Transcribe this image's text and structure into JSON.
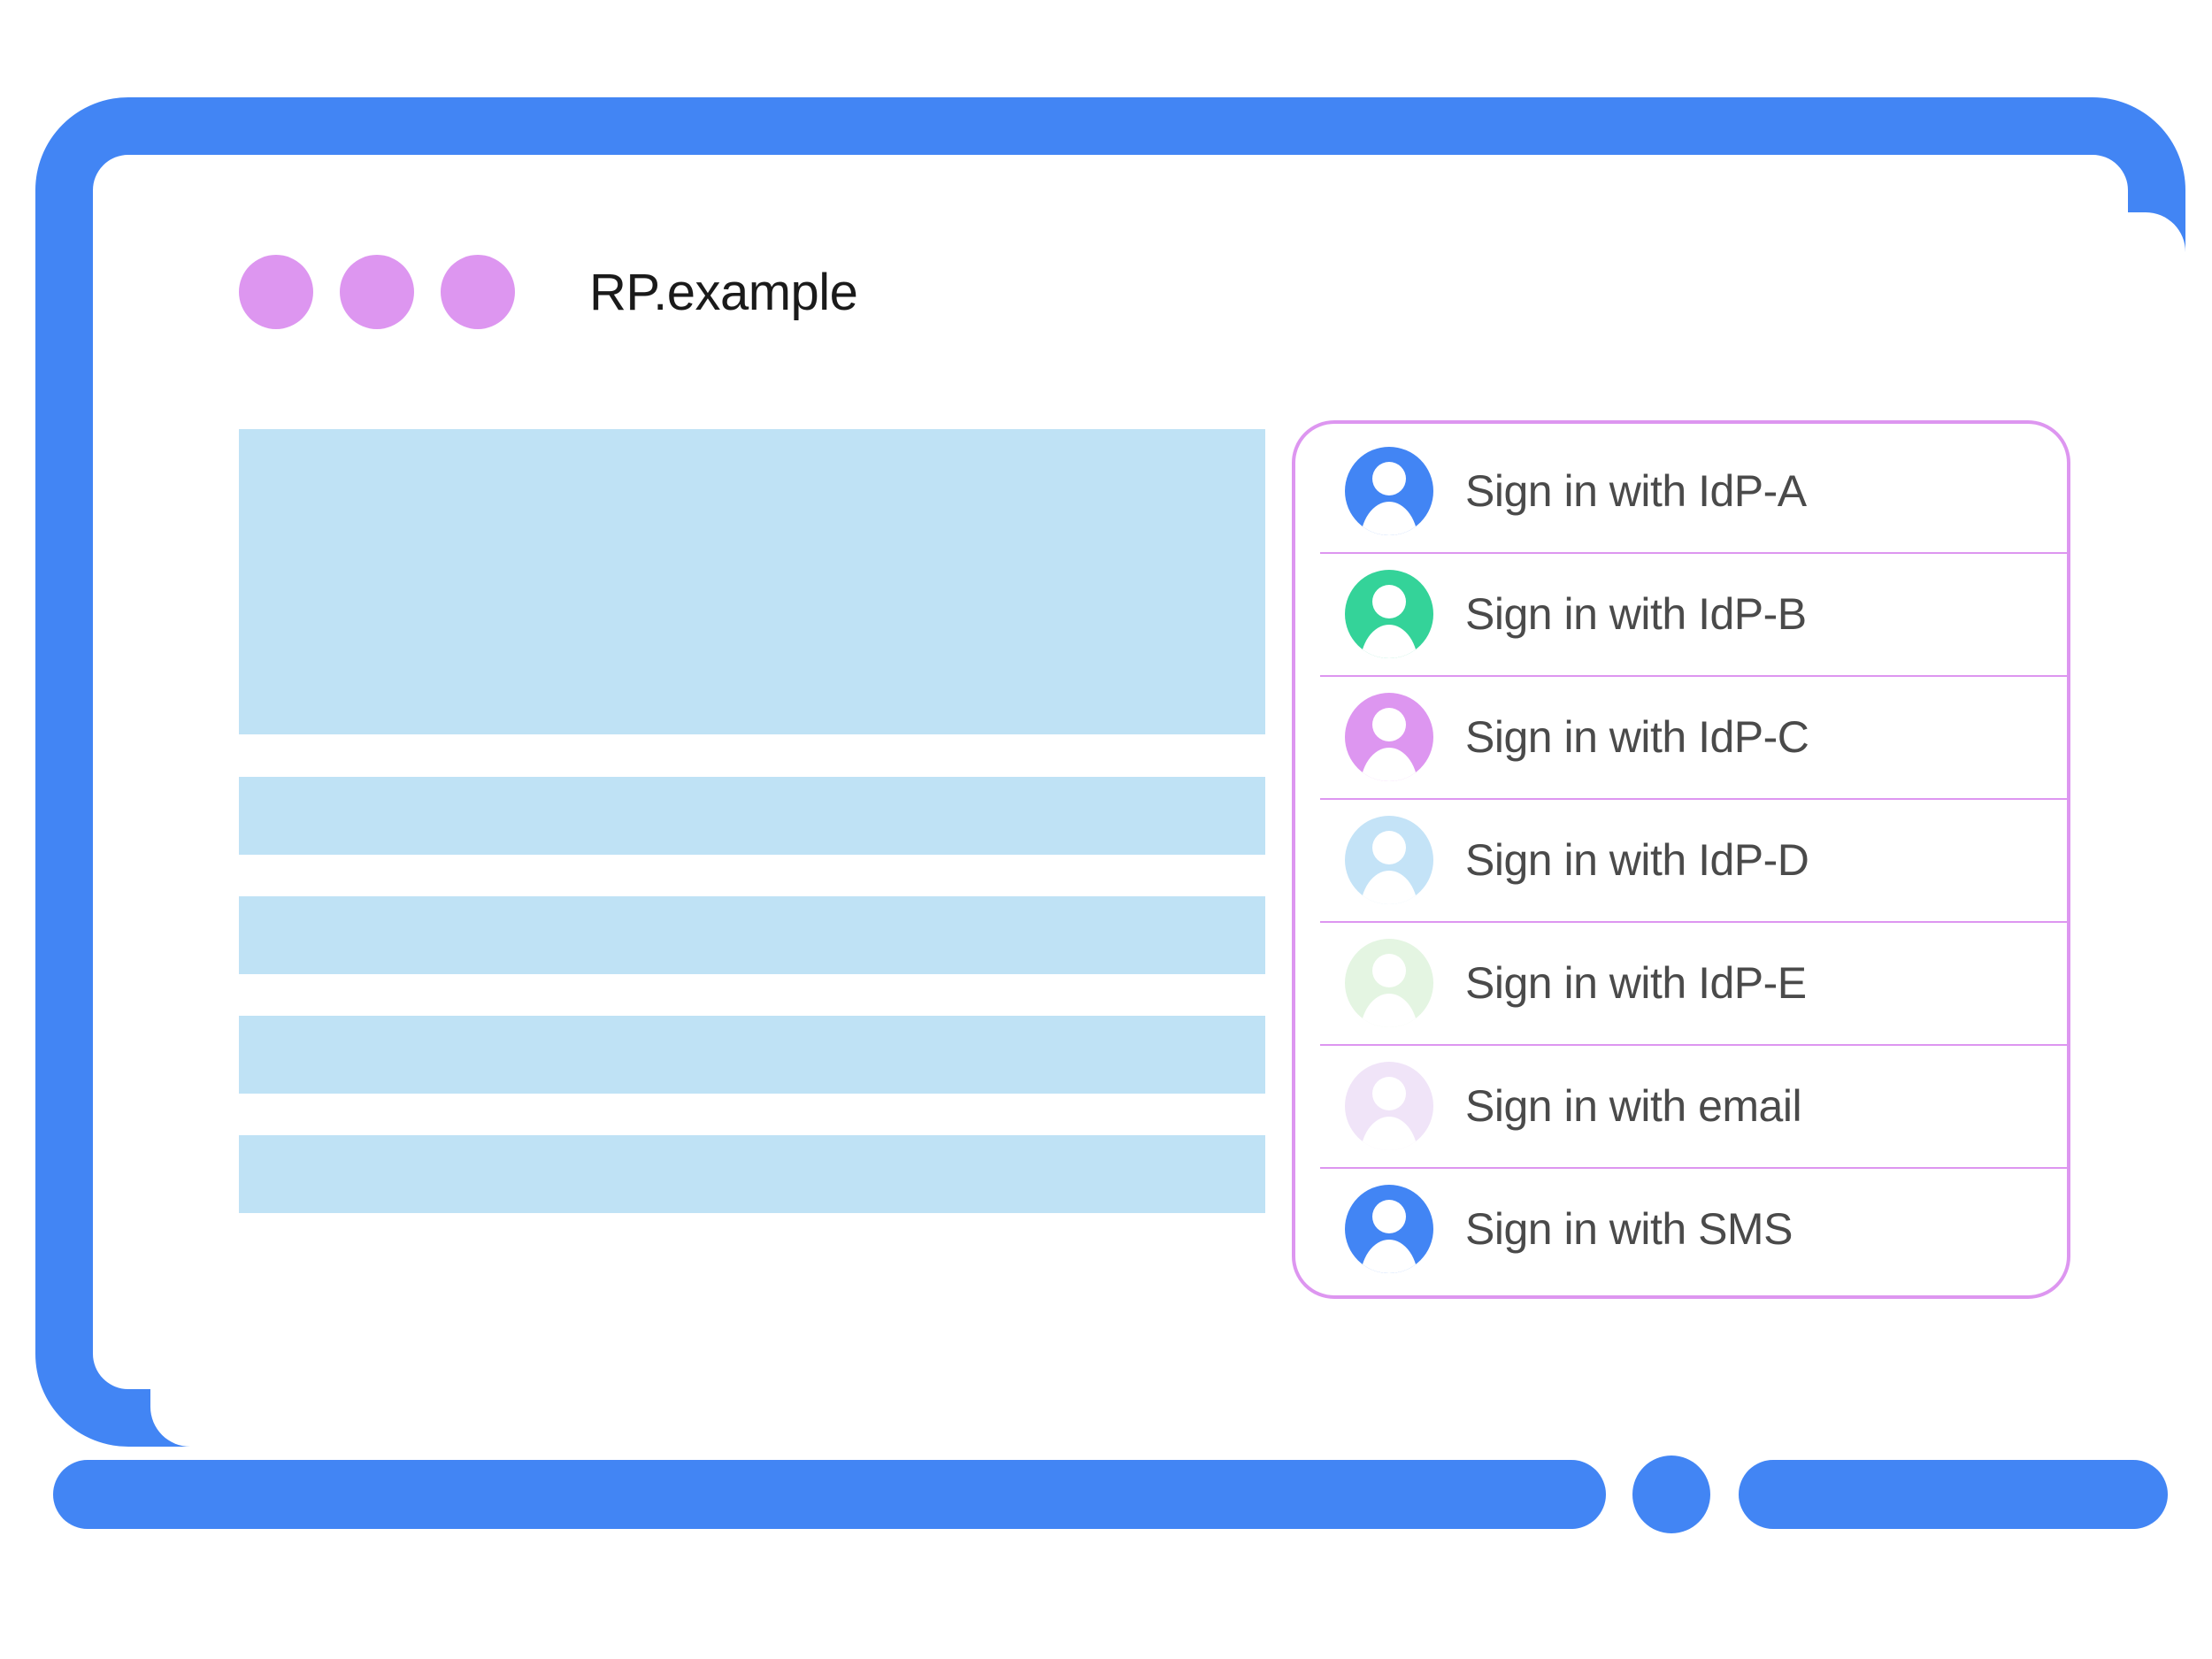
{
  "window": {
    "title": "RP.example",
    "traffic_dots": [
      "dot-1",
      "dot-2",
      "dot-3"
    ],
    "dot_color": "#dd96f0",
    "frame_color": "#4285f4",
    "screen_background": "#ffffff"
  },
  "content": {
    "placeholder_color": "#bfe2f5",
    "blocks": [
      {
        "name": "hero-block",
        "kind": "hero"
      },
      {
        "name": "text-line-1",
        "kind": "line"
      },
      {
        "name": "text-line-2",
        "kind": "line"
      },
      {
        "name": "text-line-3",
        "kind": "line"
      },
      {
        "name": "text-line-4",
        "kind": "line"
      }
    ]
  },
  "account_chooser": {
    "border_color": "#dd96f0",
    "divider_color": "#dd96f0",
    "text_color": "#4a4a4a",
    "accounts": [
      {
        "label": "Sign in with IdP-A",
        "avatar_color": "#4285f4",
        "icon": "person-avatar-icon"
      },
      {
        "label": "Sign in with IdP-B",
        "avatar_color": "#34d399",
        "icon": "person-avatar-icon"
      },
      {
        "label": "Sign in with IdP-C",
        "avatar_color": "#dd96f0",
        "icon": "person-avatar-icon"
      },
      {
        "label": "Sign in with IdP-D",
        "avatar_color": "#c4e3f7",
        "icon": "person-avatar-icon"
      },
      {
        "label": "Sign in with IdP-E",
        "avatar_color": "#e4f5e2",
        "icon": "person-avatar-icon"
      },
      {
        "label": "Sign in with email",
        "avatar_color": "#f0e4f8",
        "icon": "person-avatar-icon"
      },
      {
        "label": "Sign in with SMS",
        "avatar_color": "#4285f4",
        "icon": "person-avatar-icon"
      }
    ]
  },
  "device_base": {
    "home_button": "home-button",
    "bar_color": "#4285f4"
  }
}
